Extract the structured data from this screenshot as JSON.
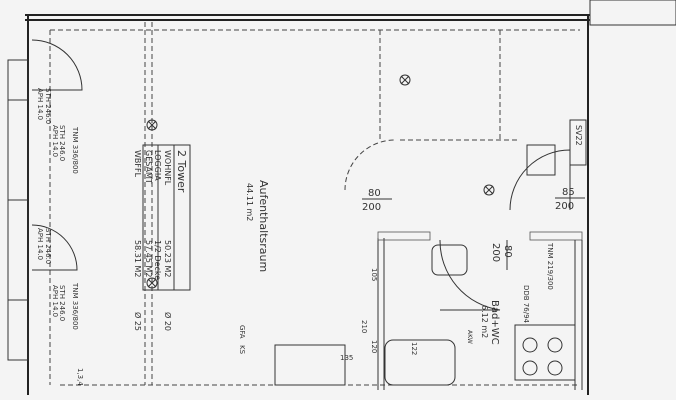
{
  "apartment": {
    "title": "2 Tower",
    "rows": [
      {
        "label": "WOHNFL",
        "value": "50.23 M2"
      },
      {
        "label": "LOGGIA",
        "value": "1/2 Decke"
      },
      {
        "label": "GESAMT",
        "value": "57.45 M2"
      },
      {
        "label": "WBFFL",
        "value": "58.31 M2"
      }
    ]
  },
  "rooms": {
    "main": {
      "name": "Aufenthaltsraum",
      "area": "44.11 m2"
    },
    "bath": {
      "name": "Bad+WC",
      "area": "6.12 m2"
    }
  },
  "labels": {
    "tnm_1": "TNM 336/800",
    "tnm_2": "TNM 336/800",
    "tnm_3": "TNM 219/300",
    "ddb": "DDB 76/94",
    "sth_1": "STH 246.0",
    "aph_1": "APH 14.0",
    "sth_2": "STH 246.0",
    "aph_2": "APH 14.0",
    "sth_3": "STH 246.0",
    "aph_3": "APH 14.0",
    "sth_4": "STH 246.0",
    "aph_4": "APH 14.0",
    "dia_20": "Ø 20",
    "dia_25": "Ø 25",
    "sv": "SV22",
    "gfa": "GFA",
    "ks": "KS",
    "dim_105": "105",
    "dim_210": "210",
    "dim_120": "120",
    "dim_122": "122",
    "dim_135": "135",
    "corner": "1,3,4",
    "akw": "AKW"
  },
  "doors": [
    {
      "width": "80",
      "height": "200"
    },
    {
      "width": "85",
      "height": "200"
    },
    {
      "width": "80",
      "height": "200"
    }
  ]
}
